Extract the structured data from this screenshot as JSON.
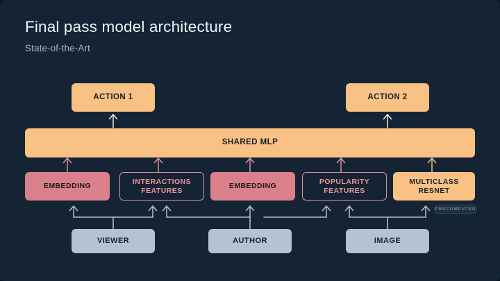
{
  "header": {
    "title": "Final pass model architecture",
    "subtitle": "State-of-the-Art"
  },
  "colors": {
    "background": "#152434",
    "orange": "#f9c183",
    "pink_fill": "#d9808a",
    "pink_outline": "#e2909a",
    "pink_text": "#f0929e",
    "source_fill": "#b3c3cf",
    "dark_text": "#16202c",
    "connector": "#b3c3cf",
    "badge_text": "#748b9f"
  },
  "diagram": {
    "actions": [
      {
        "label": "ACTION 1"
      },
      {
        "label": "ACTION 2"
      }
    ],
    "shared": {
      "label": "SHARED MLP"
    },
    "features": [
      {
        "label": "EMBEDDING",
        "style": "filled-pink"
      },
      {
        "label": "INTERACTIONS FEATURES",
        "style": "outline-pink"
      },
      {
        "label": "EMBEDDING",
        "style": "filled-pink"
      },
      {
        "label": "POPULARITY FEATURES",
        "style": "outline-pink"
      },
      {
        "label": "MULTICLASS RESNET",
        "style": "filled-orange"
      }
    ],
    "badge": {
      "label": "PRECOMPUTED"
    },
    "sources": [
      {
        "label": "VIEWER"
      },
      {
        "label": "AUTHOR"
      },
      {
        "label": "IMAGE"
      }
    ]
  }
}
